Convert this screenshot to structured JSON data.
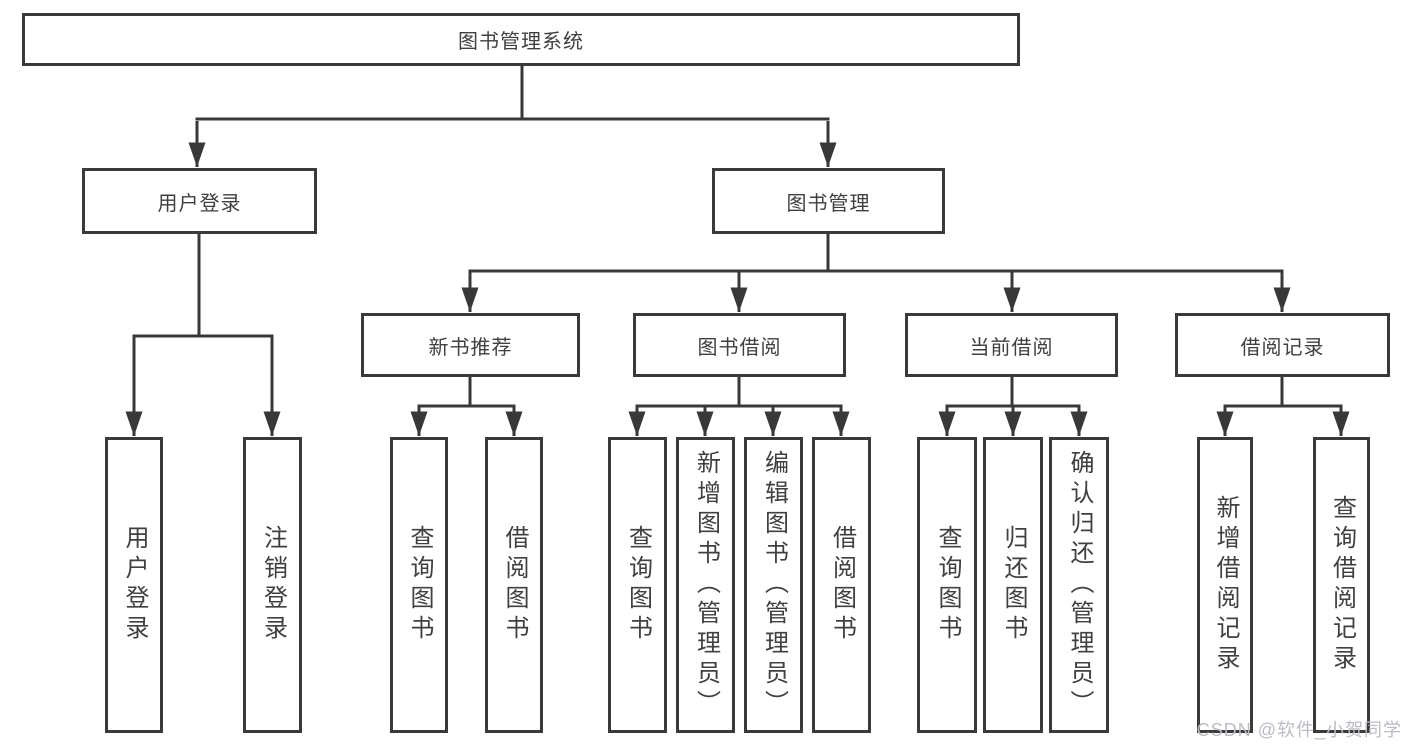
{
  "diagram": {
    "tree": {
      "label": "图书管理系统",
      "children": [
        {
          "label": "用户登录",
          "children": [
            {
              "label": "用户登录"
            },
            {
              "label": "注销登录"
            }
          ]
        },
        {
          "label": "图书管理",
          "children": [
            {
              "label": "新书推荐",
              "children": [
                {
                  "label": "查询图书"
                },
                {
                  "label": "借阅图书"
                }
              ]
            },
            {
              "label": "图书借阅",
              "children": [
                {
                  "label": "查询图书"
                },
                {
                  "label": "新增图书（管理员）"
                },
                {
                  "label": "编辑图书（管理员）"
                },
                {
                  "label": "借阅图书"
                }
              ]
            },
            {
              "label": "当前借阅",
              "children": [
                {
                  "label": "查询图书"
                },
                {
                  "label": "归还图书"
                },
                {
                  "label": "确认归还（管理员）"
                }
              ]
            },
            {
              "label": "借阅记录",
              "children": [
                {
                  "label": "新增借阅记录"
                },
                {
                  "label": "查询借阅记录"
                }
              ]
            }
          ]
        }
      ]
    },
    "colors": {
      "line": "#383838",
      "box_border": "#3a3a3a",
      "text": "#404040",
      "background": "#ffffff",
      "watermark": "#b9bdc3"
    }
  },
  "watermark": {
    "text": "CSDN @软件_小贺同学"
  }
}
